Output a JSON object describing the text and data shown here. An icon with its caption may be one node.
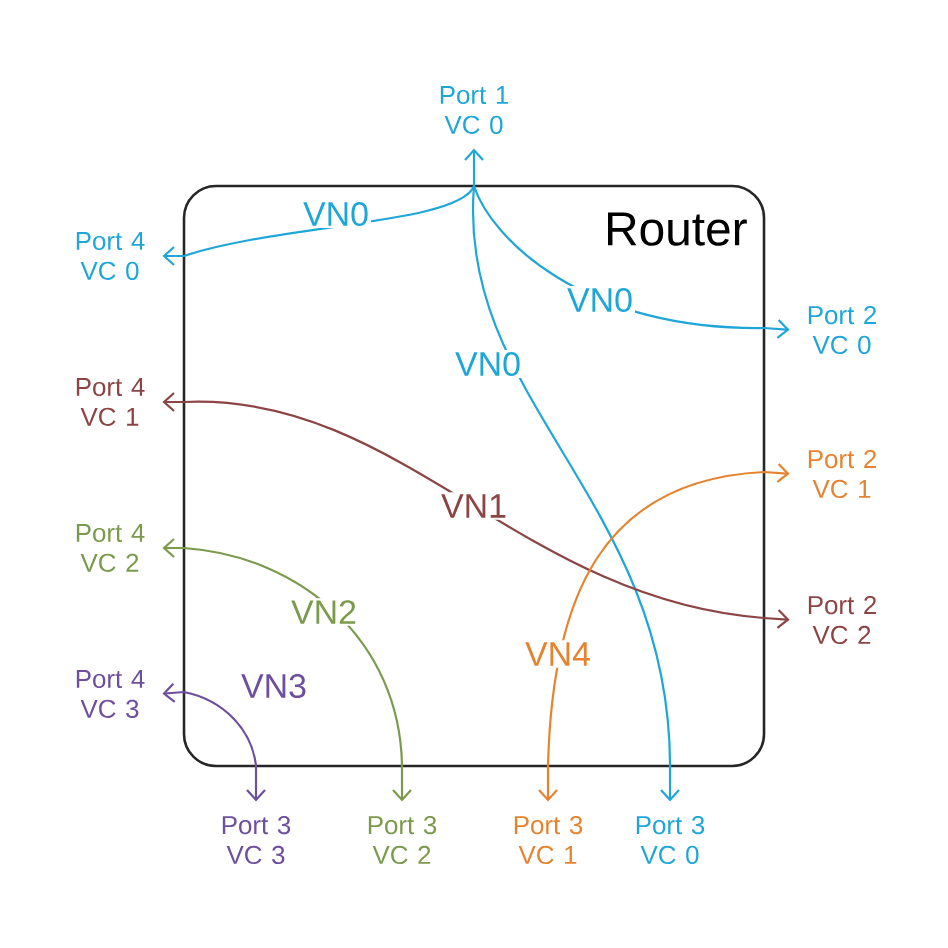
{
  "diagram": {
    "nodes": [
      {
        "text": [
          "Port 1 VC 0"
        ]
      },
      {
        "text": [
          "Port 4 VC 0"
        ]
      },
      {
        "text": [
          "Port 2 VC 0"
        ]
      },
      {
        "text": [
          "Port 4 VC 1"
        ]
      },
      {
        "text": [
          "Port 2 VC 1"
        ]
      },
      {
        "text": [
          "Port 4 VC 2"
        ]
      },
      {
        "text": [
          "Port 2 VC 2"
        ]
      },
      {
        "text": [
          "Port 4 VC 3"
        ]
      },
      {
        "text": [
          "Port 3 VC 3"
        ]
      },
      {
        "text": [
          "Port 3 VC 2"
        ]
      },
      {
        "text": [
          "Port 3 VC 1"
        ]
      },
      {
        "text": [
          "Port 3 VC 0"
        ]
      }
    ],
    "edges": [
      {
        "from": 0,
        "to": 1,
        "arrow": "both",
        "label": "VN0"
      },
      {
        "from": 0,
        "to": 2,
        "arrow": "both",
        "label": "VN0"
      },
      {
        "from": 0,
        "to": 11,
        "arrow": "both",
        "label": "VN0"
      },
      {
        "from": 3,
        "to": 6,
        "arrow": "both",
        "label": "VN1",
        "color": "#8c4444"
      },
      {
        "from": 10,
        "to": 4,
        "arrow": "both",
        "label": "VN4",
        "color": "#e5832e"
      },
      {
        "from": 5,
        "to": 9,
        "arrow": "both",
        "label": "VN2",
        "color": "#7b9a4c"
      },
      {
        "from": 7,
        "to": 8,
        "arrow": "both",
        "label": "VN3",
        "color": "#6d4f9e"
      }
    ],
    "labels": [
      "Router"
    ]
  }
}
